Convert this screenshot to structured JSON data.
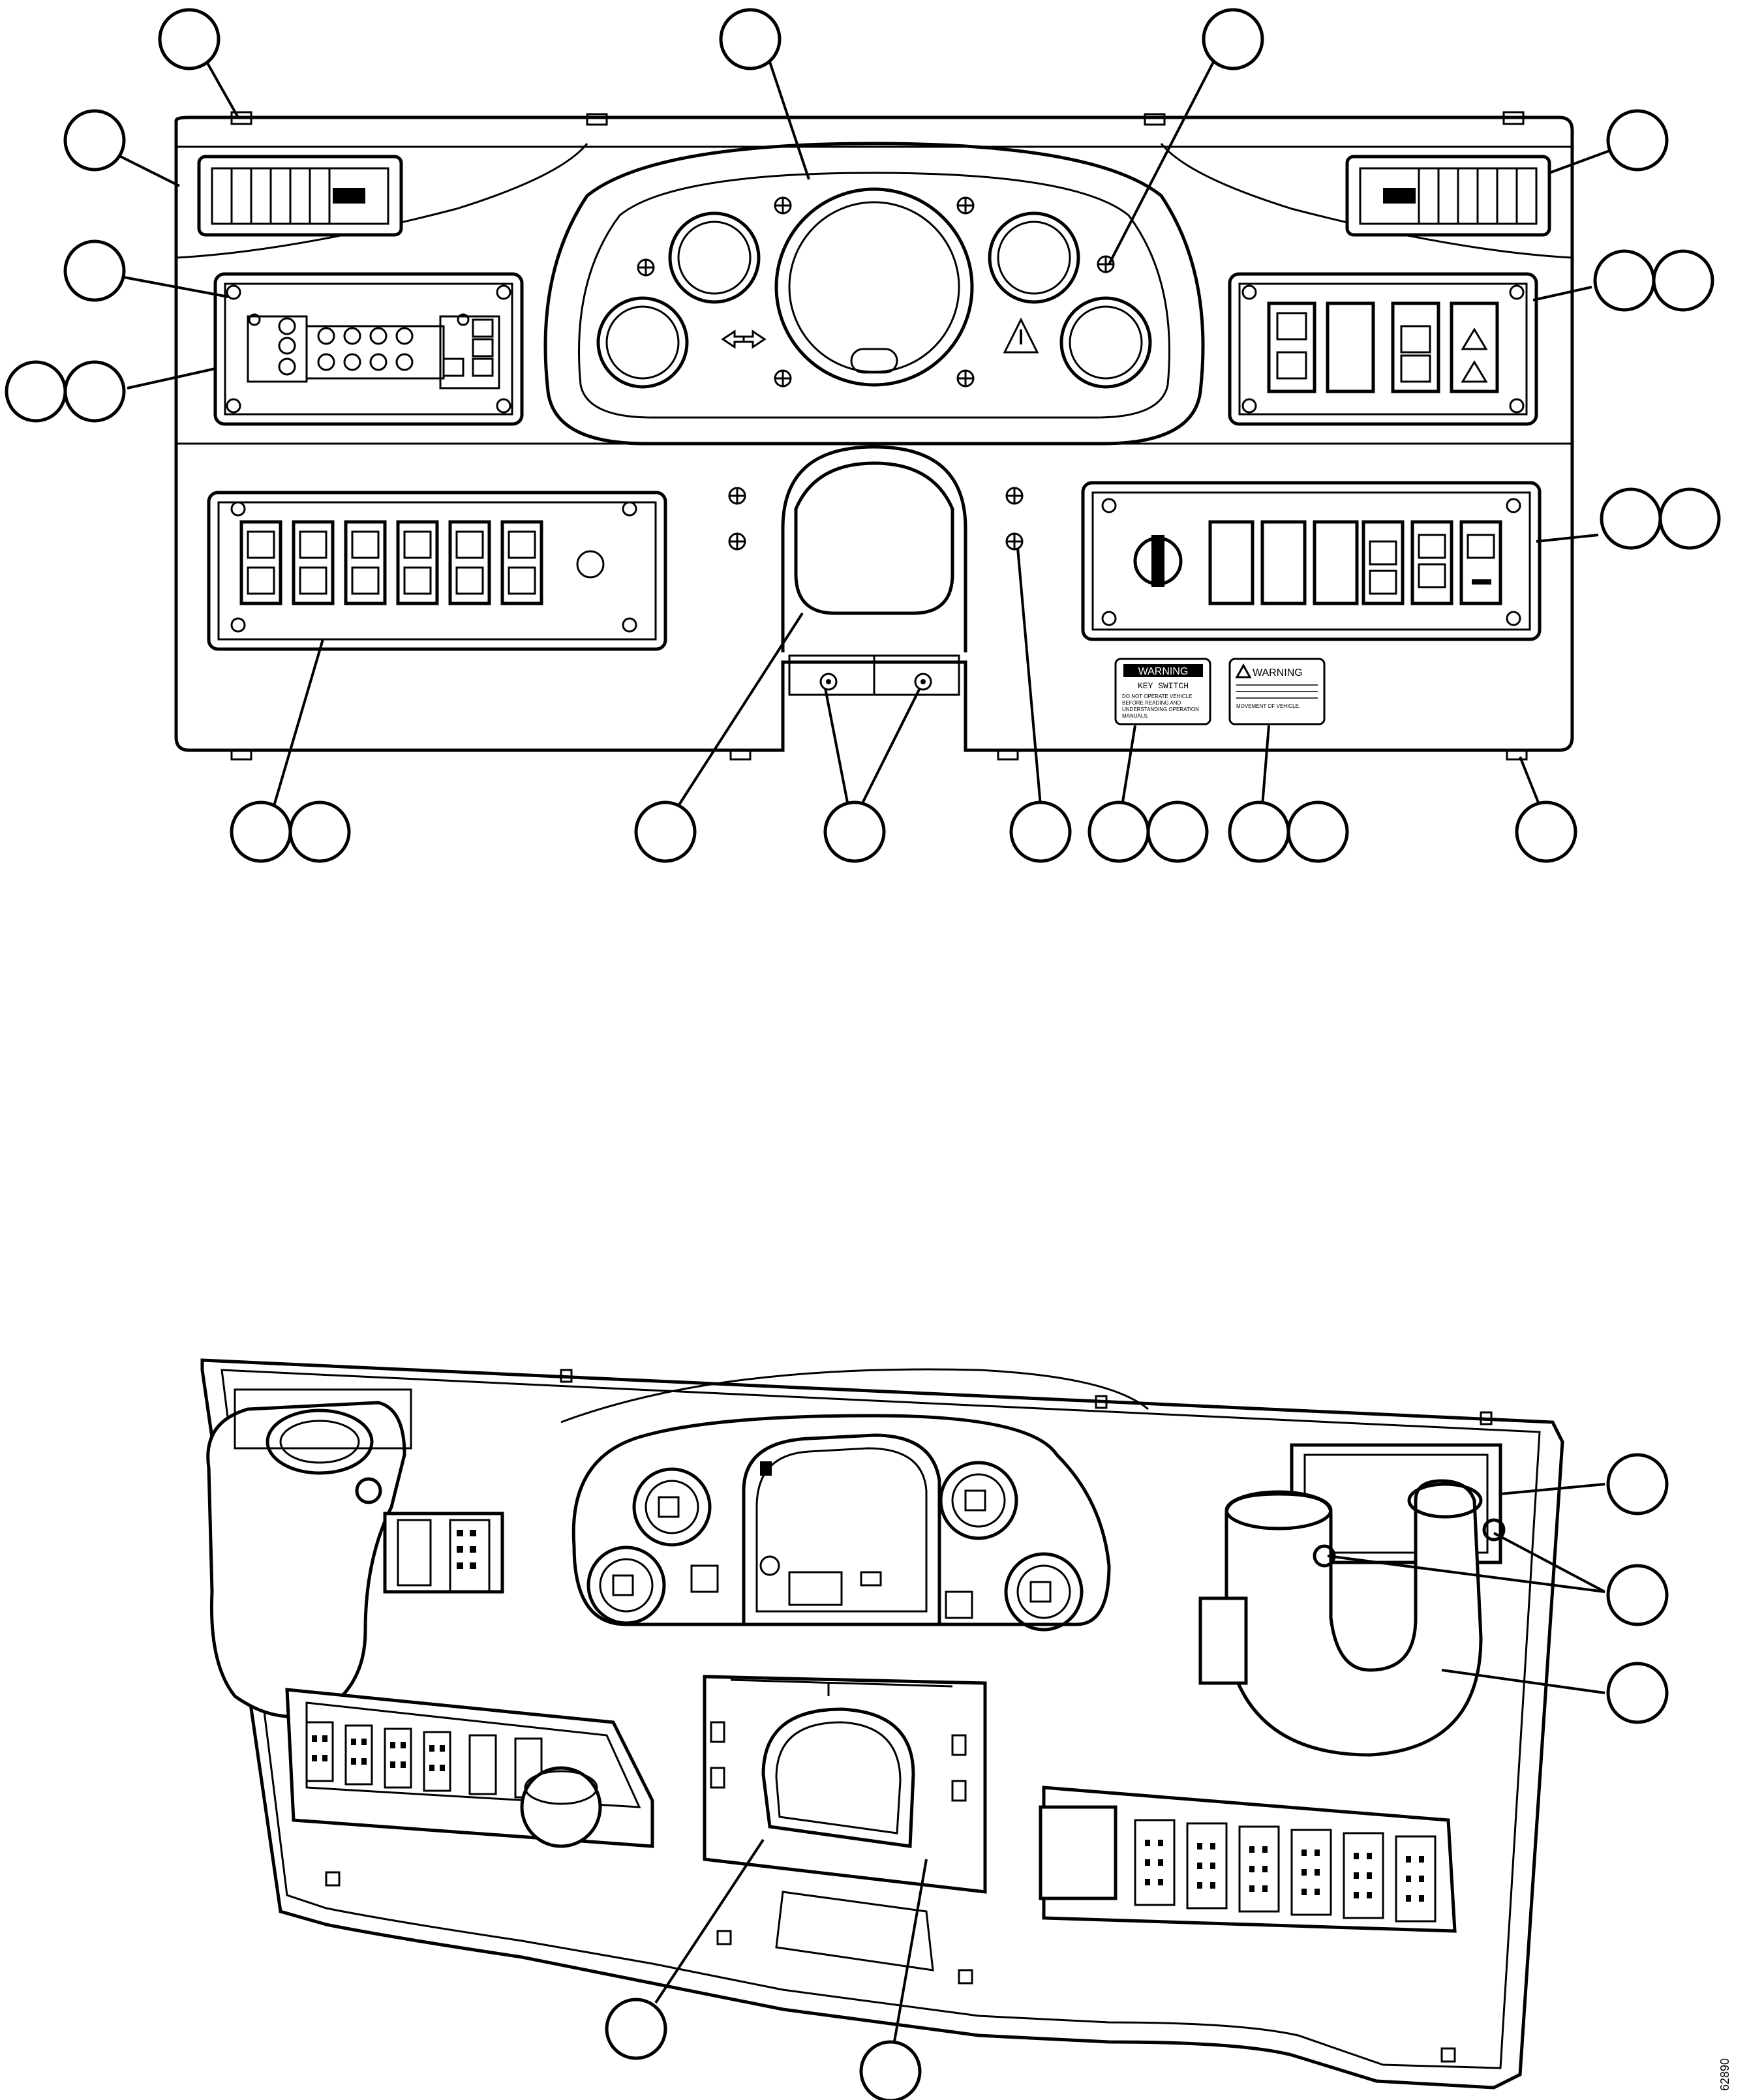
{
  "figure_number": "62890",
  "labels": {
    "key_switch_warning_title": "WARNING",
    "key_switch_warning_subtitle": "KEY SWITCH",
    "key_switch_warning_line1": "DO NOT OPERATE VEHICLE",
    "key_switch_warning_line2": "BEFORE READING AND",
    "key_switch_warning_line3": "UNDERSTANDING OPERATION",
    "key_switch_warning_line4": "MANUALS.",
    "warning_label_title": "WARNING",
    "warning_label_line": "MOVEMENT OF VEHICLE."
  },
  "icons": [
    "warning-triangle-icon",
    "turn-arrows-icon",
    "screw-icon",
    "air-vent-icon",
    "ignition-key-icon"
  ]
}
